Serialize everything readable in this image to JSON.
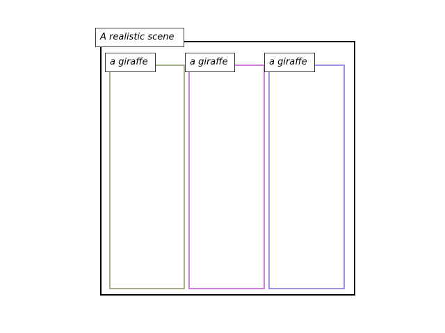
{
  "scene": {
    "label": "A realistic scene",
    "border_color": "#000000"
  },
  "objects": [
    {
      "label": "a giraffe",
      "color": "#a3b18a"
    },
    {
      "label": "a giraffe",
      "color": "#d17ddc"
    },
    {
      "label": "a giraffe",
      "color": "#a38ee6"
    }
  ]
}
